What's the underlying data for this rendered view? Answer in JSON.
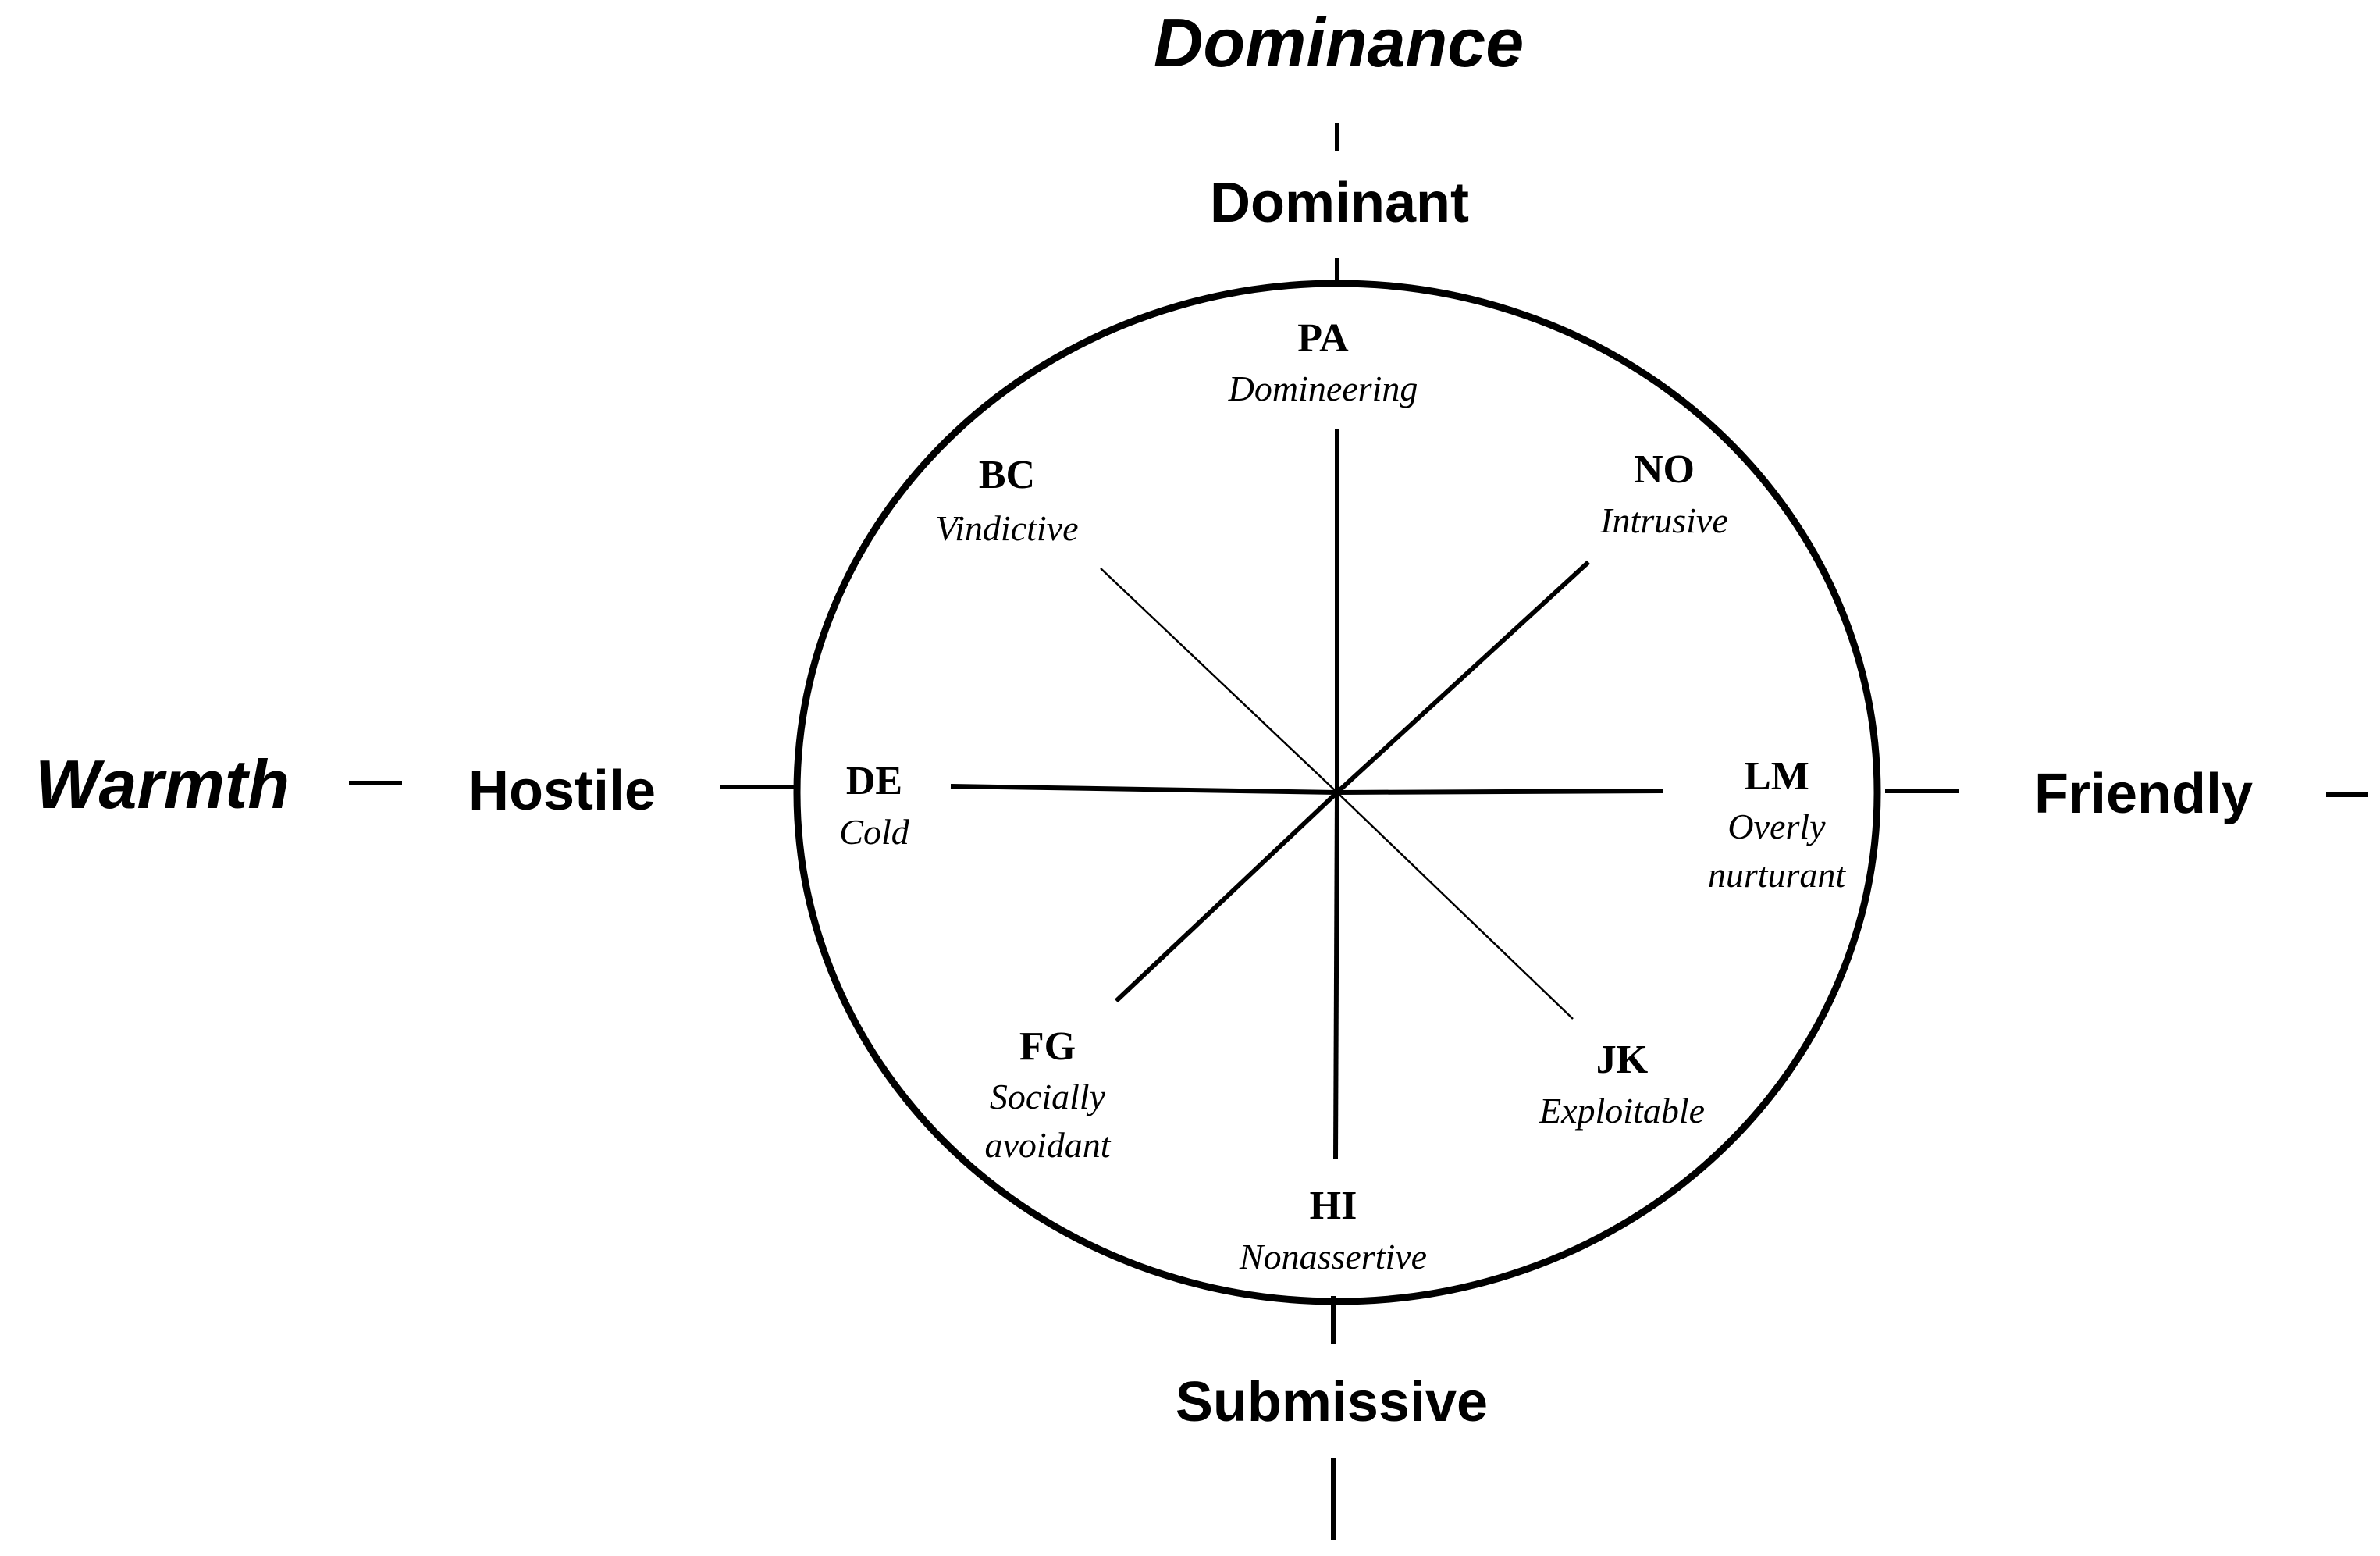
{
  "axes": {
    "vertical_title": "Dominance",
    "horizontal_title": "Warmth",
    "top_pole": "Dominant",
    "bottom_pole": "Submissive",
    "left_pole": "Hostile",
    "right_pole": "Friendly"
  },
  "octants": [
    {
      "id": "pa",
      "code": "PA",
      "desc": [
        "Domineering"
      ]
    },
    {
      "id": "no",
      "code": "NO",
      "desc": [
        "Intrusive"
      ]
    },
    {
      "id": "lm",
      "code": "LM",
      "desc": [
        "Overly",
        "nurturant"
      ]
    },
    {
      "id": "jk",
      "code": "JK",
      "desc": [
        "Exploitable"
      ]
    },
    {
      "id": "hi",
      "code": "HI",
      "desc": [
        "Nonassertive"
      ]
    },
    {
      "id": "fg",
      "code": "FG",
      "desc": [
        "Socially",
        "avoidant"
      ]
    },
    {
      "id": "de",
      "code": "DE",
      "desc": [
        "Cold"
      ]
    },
    {
      "id": "bc",
      "code": "BC",
      "desc": [
        "Vindictive"
      ]
    }
  ]
}
